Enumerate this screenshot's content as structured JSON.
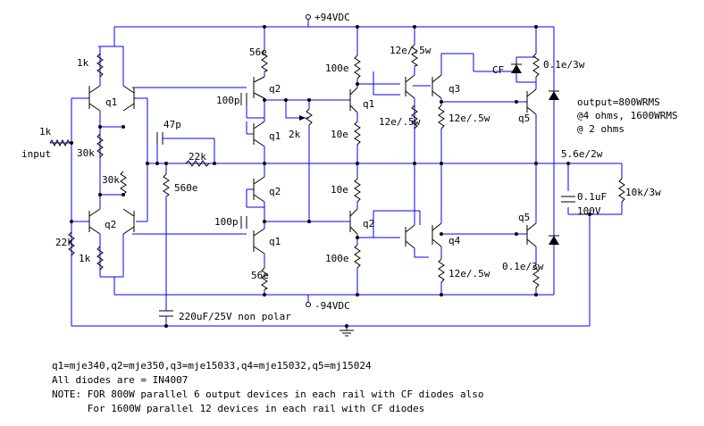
{
  "rails": {
    "positive": "+94VDC",
    "negative": "-94VDC"
  },
  "input": {
    "resistor": "1k",
    "label": "input"
  },
  "labels": {
    "r_top_left": "1k",
    "q1_left": "q1",
    "r_30k_upper": "30k",
    "r_30k_lower": "30k",
    "q2_left": "q2",
    "r_22k_left": "22k",
    "r_1k_bottom": "1k",
    "c_47p": "47p",
    "r_22k_feedback": "22k",
    "r_560e": "560e",
    "r_56e_top": "56e",
    "c_100p_top": "100p",
    "q2_vas": "q2",
    "q1_bias": "q1",
    "pot_2k": "2k",
    "q2_bias": "q2",
    "c_100p_bottom": "100p",
    "q1_vas": "q1",
    "r_56e_bottom": "56e",
    "r_100e_top": "100e",
    "q1_driver": "q1",
    "r_10e_top": "10e",
    "r_10e_bottom": "10e",
    "q2_driver": "q2",
    "r_100e_bottom": "100e",
    "r_12e_top": "12e/.5w",
    "r_12e_mid": "12e/.5w",
    "r_12e_right": "12e/.5w",
    "r_12e_bottom": "12e/.5w",
    "q3": "q3",
    "q4": "q4",
    "cf": "CF",
    "r_emitter_top": "0.1e/3w",
    "r_emitter_bottom": "0.1e/3w",
    "q5_top": "q5",
    "q5_bottom": "q5",
    "spec_line1": "output=800WRMS",
    "spec_line2": "@4 ohms, 1600WRMS",
    "spec_line3": "@ 2 ohms",
    "r_zobel": "5.6e/2w",
    "c_zobel": "0.1uF",
    "c_zobel_voltage": "100V",
    "r_10k": "10k/3w",
    "c_220u": "220uF/25V non polar"
  },
  "notes": [
    "q1=mje340,q2=mje350,q3=mje15033,q4=mje15032,q5=mj15024",
    "All diodes are = IN4007",
    "NOTE: FOR 800W parallel 6 output devices in each rail with CF diodes also",
    "      For 1600W parallel 12 devices in each rail with CF diodes"
  ],
  "colors": {
    "wire": "#0000ff",
    "component": "#000000",
    "background": "#ffffff"
  }
}
